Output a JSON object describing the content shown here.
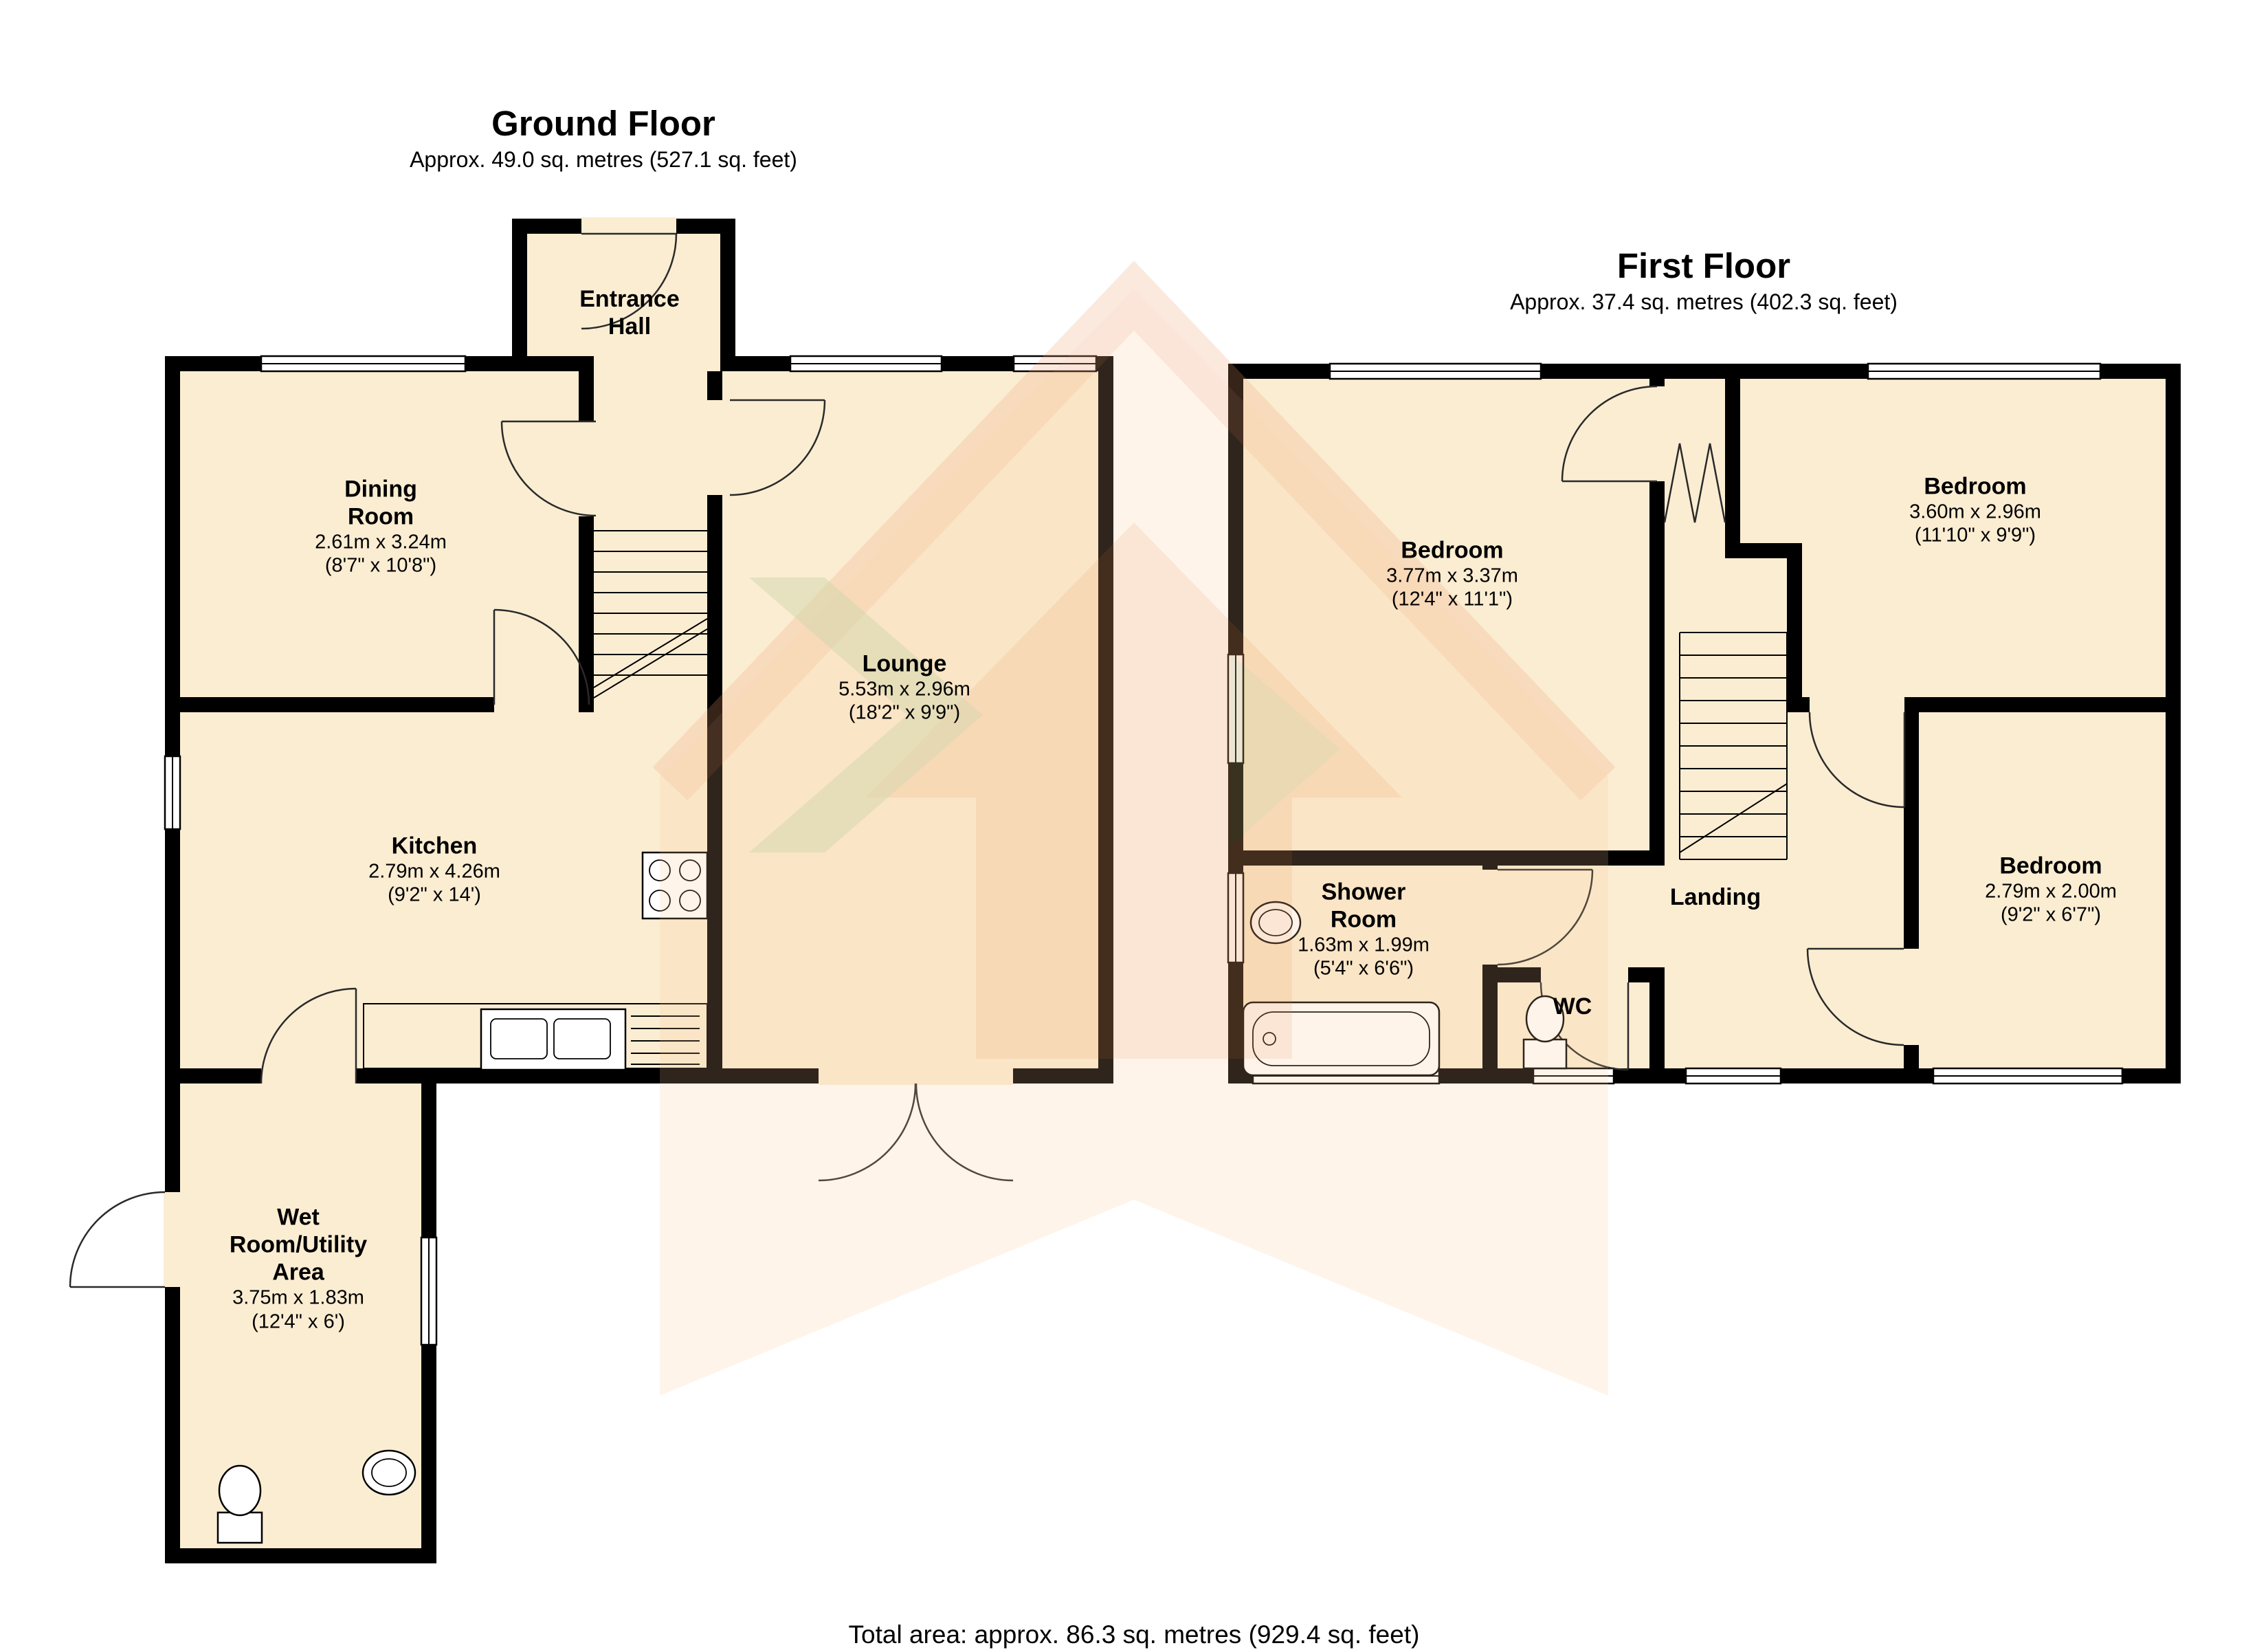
{
  "ground_floor": {
    "title": "Ground Floor",
    "subtitle": "Approx. 49.0 sq. metres (527.1 sq. feet)",
    "rooms": {
      "entrance_hall": {
        "name": "Entrance Hall"
      },
      "dining_room": {
        "name": "Dining Room",
        "dims_metric": "2.61m x 3.24m",
        "dims_imperial": "(8'7\" x 10'8\")"
      },
      "lounge": {
        "name": "Lounge",
        "dims_metric": "5.53m x 2.96m",
        "dims_imperial": "(18'2\" x 9'9\")"
      },
      "kitchen": {
        "name": "Kitchen",
        "dims_metric": "2.79m x 4.26m",
        "dims_imperial": "(9'2\" x 14')"
      },
      "wet_room": {
        "name": "Wet Room/Utility Area",
        "dims_metric": "3.75m x 1.83m",
        "dims_imperial": "(12'4\" x 6')"
      }
    }
  },
  "first_floor": {
    "title": "First Floor",
    "subtitle": "Approx. 37.4 sq. metres (402.3 sq. feet)",
    "rooms": {
      "bedroom_main": {
        "name": "Bedroom",
        "dims_metric": "3.77m x 3.37m",
        "dims_imperial": "(12'4\" x 11'1\")"
      },
      "bedroom_second": {
        "name": "Bedroom",
        "dims_metric": "3.60m x 2.96m",
        "dims_imperial": "(11'10\" x 9'9\")"
      },
      "bedroom_third": {
        "name": "Bedroom",
        "dims_metric": "2.79m x 2.00m",
        "dims_imperial": "(9'2\" x 6'7\")"
      },
      "shower_room": {
        "name": "Shower Room",
        "dims_metric": "1.63m x 1.99m",
        "dims_imperial": "(5'4\" x 6'6\")"
      },
      "wc": {
        "name": "WC"
      },
      "landing": {
        "name": "Landing"
      }
    }
  },
  "footer": {
    "total_area": "Total area: approx. 86.3 sq. metres (929.4 sq. feet)"
  },
  "colors": {
    "room_fill": "#FBEDD2",
    "wall": "#000000",
    "watermark_orange": "#F0A070",
    "watermark_green": "#8FAE6B",
    "background": "#FFFFFF"
  }
}
